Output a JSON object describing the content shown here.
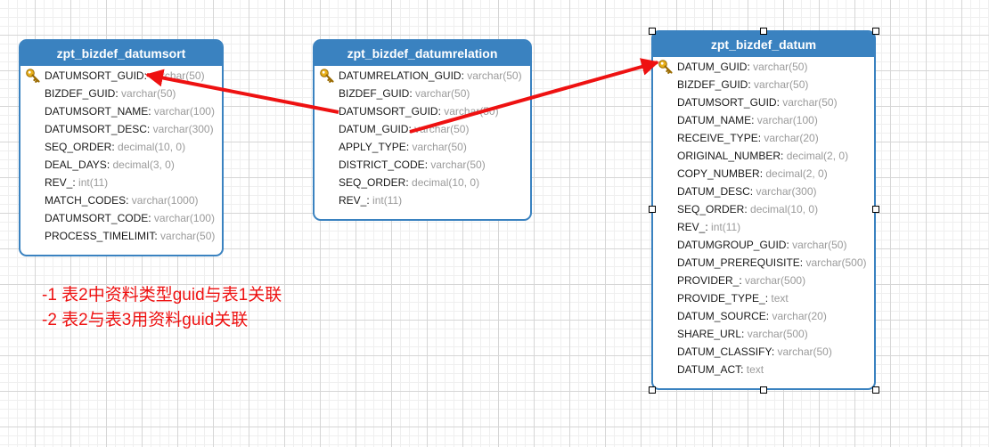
{
  "tables": [
    {
      "name": "zpt_bizdef_datumsort",
      "columns": [
        {
          "name": "DATUMSORT_GUID",
          "type": "varchar(50)",
          "pk": true
        },
        {
          "name": "BIZDEF_GUID",
          "type": "varchar(50)"
        },
        {
          "name": "DATUMSORT_NAME",
          "type": "varchar(100)"
        },
        {
          "name": "DATUMSORT_DESC",
          "type": "varchar(300)"
        },
        {
          "name": "SEQ_ORDER",
          "type": "decimal(10, 0)"
        },
        {
          "name": "DEAL_DAYS",
          "type": "decimal(3, 0)"
        },
        {
          "name": "REV_",
          "type": "int(11)"
        },
        {
          "name": "MATCH_CODES",
          "type": "varchar(1000)"
        },
        {
          "name": "DATUMSORT_CODE",
          "type": "varchar(100)"
        },
        {
          "name": "PROCESS_TIMELIMIT",
          "type": "varchar(50)"
        }
      ]
    },
    {
      "name": "zpt_bizdef_datumrelation",
      "columns": [
        {
          "name": "DATUMRELATION_GUID",
          "type": "varchar(50)",
          "pk": true
        },
        {
          "name": "BIZDEF_GUID",
          "type": "varchar(50)"
        },
        {
          "name": "DATUMSORT_GUID",
          "type": "varchar(50)"
        },
        {
          "name": "DATUM_GUID",
          "type": "varchar(50)"
        },
        {
          "name": "APPLY_TYPE",
          "type": "varchar(50)"
        },
        {
          "name": "DISTRICT_CODE",
          "type": "varchar(50)"
        },
        {
          "name": "SEQ_ORDER",
          "type": "decimal(10, 0)"
        },
        {
          "name": "REV_",
          "type": "int(11)"
        }
      ]
    },
    {
      "name": "zpt_bizdef_datum",
      "columns": [
        {
          "name": "DATUM_GUID",
          "type": "varchar(50)",
          "pk": true
        },
        {
          "name": "BIZDEF_GUID",
          "type": "varchar(50)"
        },
        {
          "name": "DATUMSORT_GUID",
          "type": "varchar(50)"
        },
        {
          "name": "DATUM_NAME",
          "type": "varchar(100)"
        },
        {
          "name": "RECEIVE_TYPE",
          "type": "varchar(20)"
        },
        {
          "name": "ORIGINAL_NUMBER",
          "type": "decimal(2, 0)"
        },
        {
          "name": "COPY_NUMBER",
          "type": "decimal(2, 0)"
        },
        {
          "name": "DATUM_DESC",
          "type": "varchar(300)"
        },
        {
          "name": "SEQ_ORDER",
          "type": "decimal(10, 0)"
        },
        {
          "name": "REV_",
          "type": "int(11)"
        },
        {
          "name": "DATUMGROUP_GUID",
          "type": "varchar(50)"
        },
        {
          "name": "DATUM_PREREQUISITE",
          "type": "varchar(500)"
        },
        {
          "name": "PROVIDER_",
          "type": "varchar(500)"
        },
        {
          "name": "PROVIDE_TYPE_",
          "type": "text"
        },
        {
          "name": "DATUM_SOURCE",
          "type": "varchar(20)"
        },
        {
          "name": "SHARE_URL",
          "type": "varchar(500)"
        },
        {
          "name": "DATUM_CLASSIFY",
          "type": "varchar(50)"
        },
        {
          "name": "DATUM_ACT",
          "type": "text"
        }
      ]
    }
  ],
  "relations": [
    {
      "from": "zpt_bizdef_datumrelation.DATUMSORT_GUID",
      "to": "zpt_bizdef_datumsort.DATUMSORT_GUID"
    },
    {
      "from": "zpt_bizdef_datumrelation.DATUM_GUID",
      "to": "zpt_bizdef_datum.DATUM_GUID"
    }
  ],
  "notes": [
    "-1 表2中资料类型guid与表1关联",
    "-2 表2与表3用资料guid关联"
  ],
  "colors": {
    "header": "#3a82c0",
    "arrow": "#ee1111",
    "key": "#e8b01a"
  }
}
